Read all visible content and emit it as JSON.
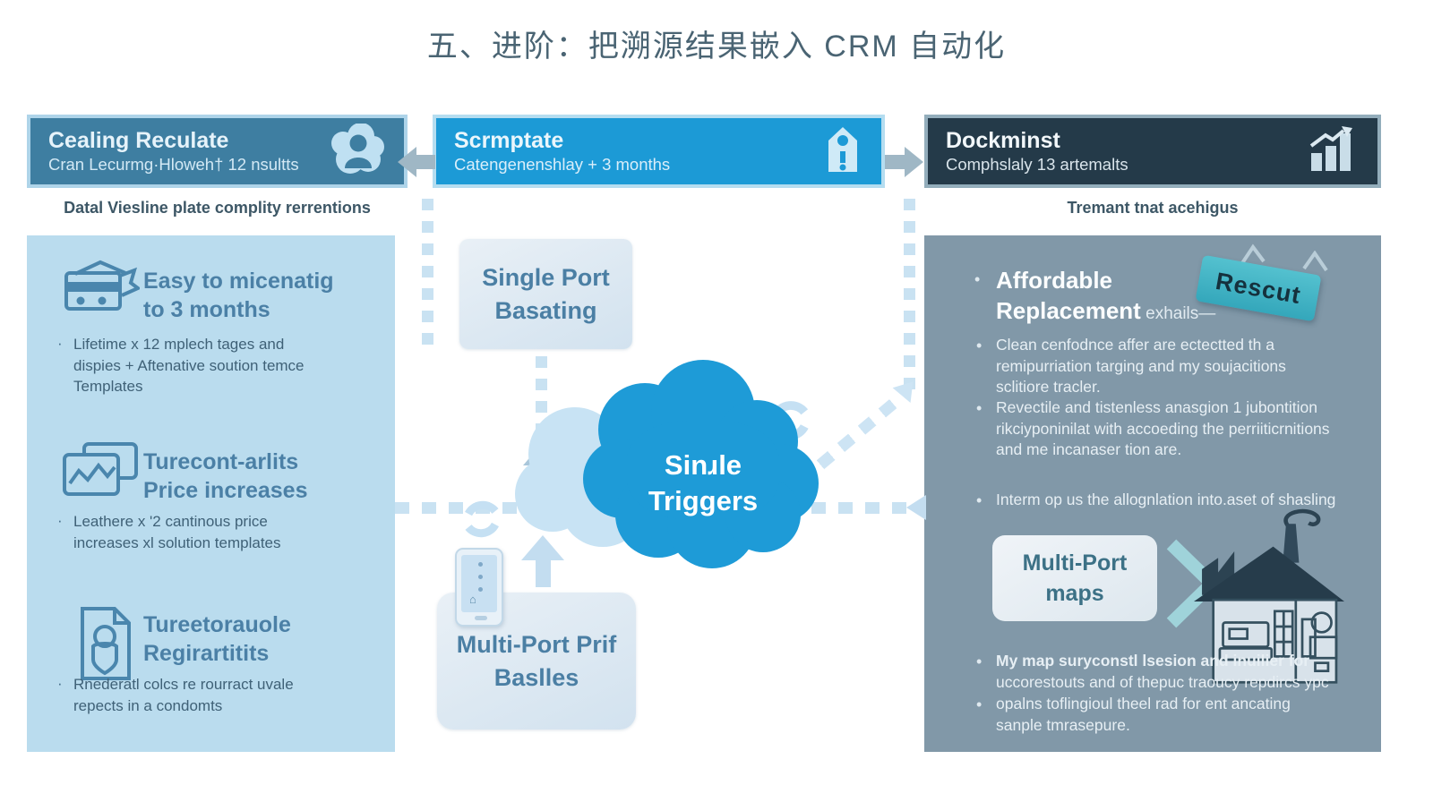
{
  "title": "五、进阶：把溯源结果嵌入 CRM 自动化",
  "colors": {
    "accent_blue": "#1c9ad6",
    "steel_blue": "#3e7ea1",
    "dark_navy": "#243a49",
    "panel_left_bg": "#badcee",
    "panel_right_bg": "#8198a8",
    "tag_teal": "#43b5c6",
    "dash_blue": "#c9e2f2"
  },
  "headers": {
    "left": {
      "title": "Cealing Reculate",
      "subtitle": "Cran Lecurmg·Hloweh† 12 nsultts",
      "icon": "person-icon"
    },
    "middle": {
      "title": "Scrmptate",
      "subtitle": "Catengenenshlay + 3 months",
      "icon": "tag-icon"
    },
    "right": {
      "title": "Dockminst",
      "subtitle": "Comphslaly 13 artemalts",
      "icon": "bar-chart-icon"
    }
  },
  "captions": {
    "left": "Datal Viesline plate complity rerrentions",
    "right": "Tremant tnat acehigus"
  },
  "left_panel": {
    "sections": [
      {
        "heading": "Easy to micenatig\nto 3 months",
        "icon": "card-icon",
        "bullet": "Lifetime x 12 mplech tages and\ndispies + Aftenative soution temce\nTemplates"
      },
      {
        "heading": "Turecont-arlits\nPrice increases",
        "icon": "chart-window-icon",
        "bullet": "Leathere x '2 cantinous price\nincreases xl solution templates"
      },
      {
        "heading": "Tureetorauole\nRegirartitits",
        "icon": "document-lock-icon",
        "bullet": "Rnederatl colcs re rourract uvale\nrepects in a condomts"
      }
    ],
    "bullet_marker": "·"
  },
  "middle": {
    "top_box": "Single Port\nBasating",
    "cloud": "Sinɹle\nTriggers",
    "bottom_box": "Multi-Port Prif\nBaslles",
    "phone_house_glyph": "⌂"
  },
  "right_panel": {
    "tag": "Rescut",
    "heading_line1": "Affordable",
    "heading_line2": "Replacement",
    "heading_suffix": " exhails—",
    "bullet_marker": "•",
    "bullets_top": [
      "Clean cenfodnce affer are ectectted th a\nremipurriation targing and my soujacitions\nsclitiore tracler.",
      "Revectile and tistenless anasgion 1 jubontition\nrikciyponinilat with accoeding the perriiticrnitions\nand me incanaser tion are.",
      "Interm op us the allognlation into.aset of shasling"
    ],
    "map_box": "Multi-Port\nmaps",
    "bullets_bottom": [
      {
        "bold": "My map suryconstl lsesion and inuilier for",
        "rest": "uccorestouts and of thepuc traoucy repdircs ypc"
      },
      {
        "bold": "",
        "rest": "opalns toflingioul theel rad for ent ancating\nsanple tmrasepure."
      }
    ]
  }
}
